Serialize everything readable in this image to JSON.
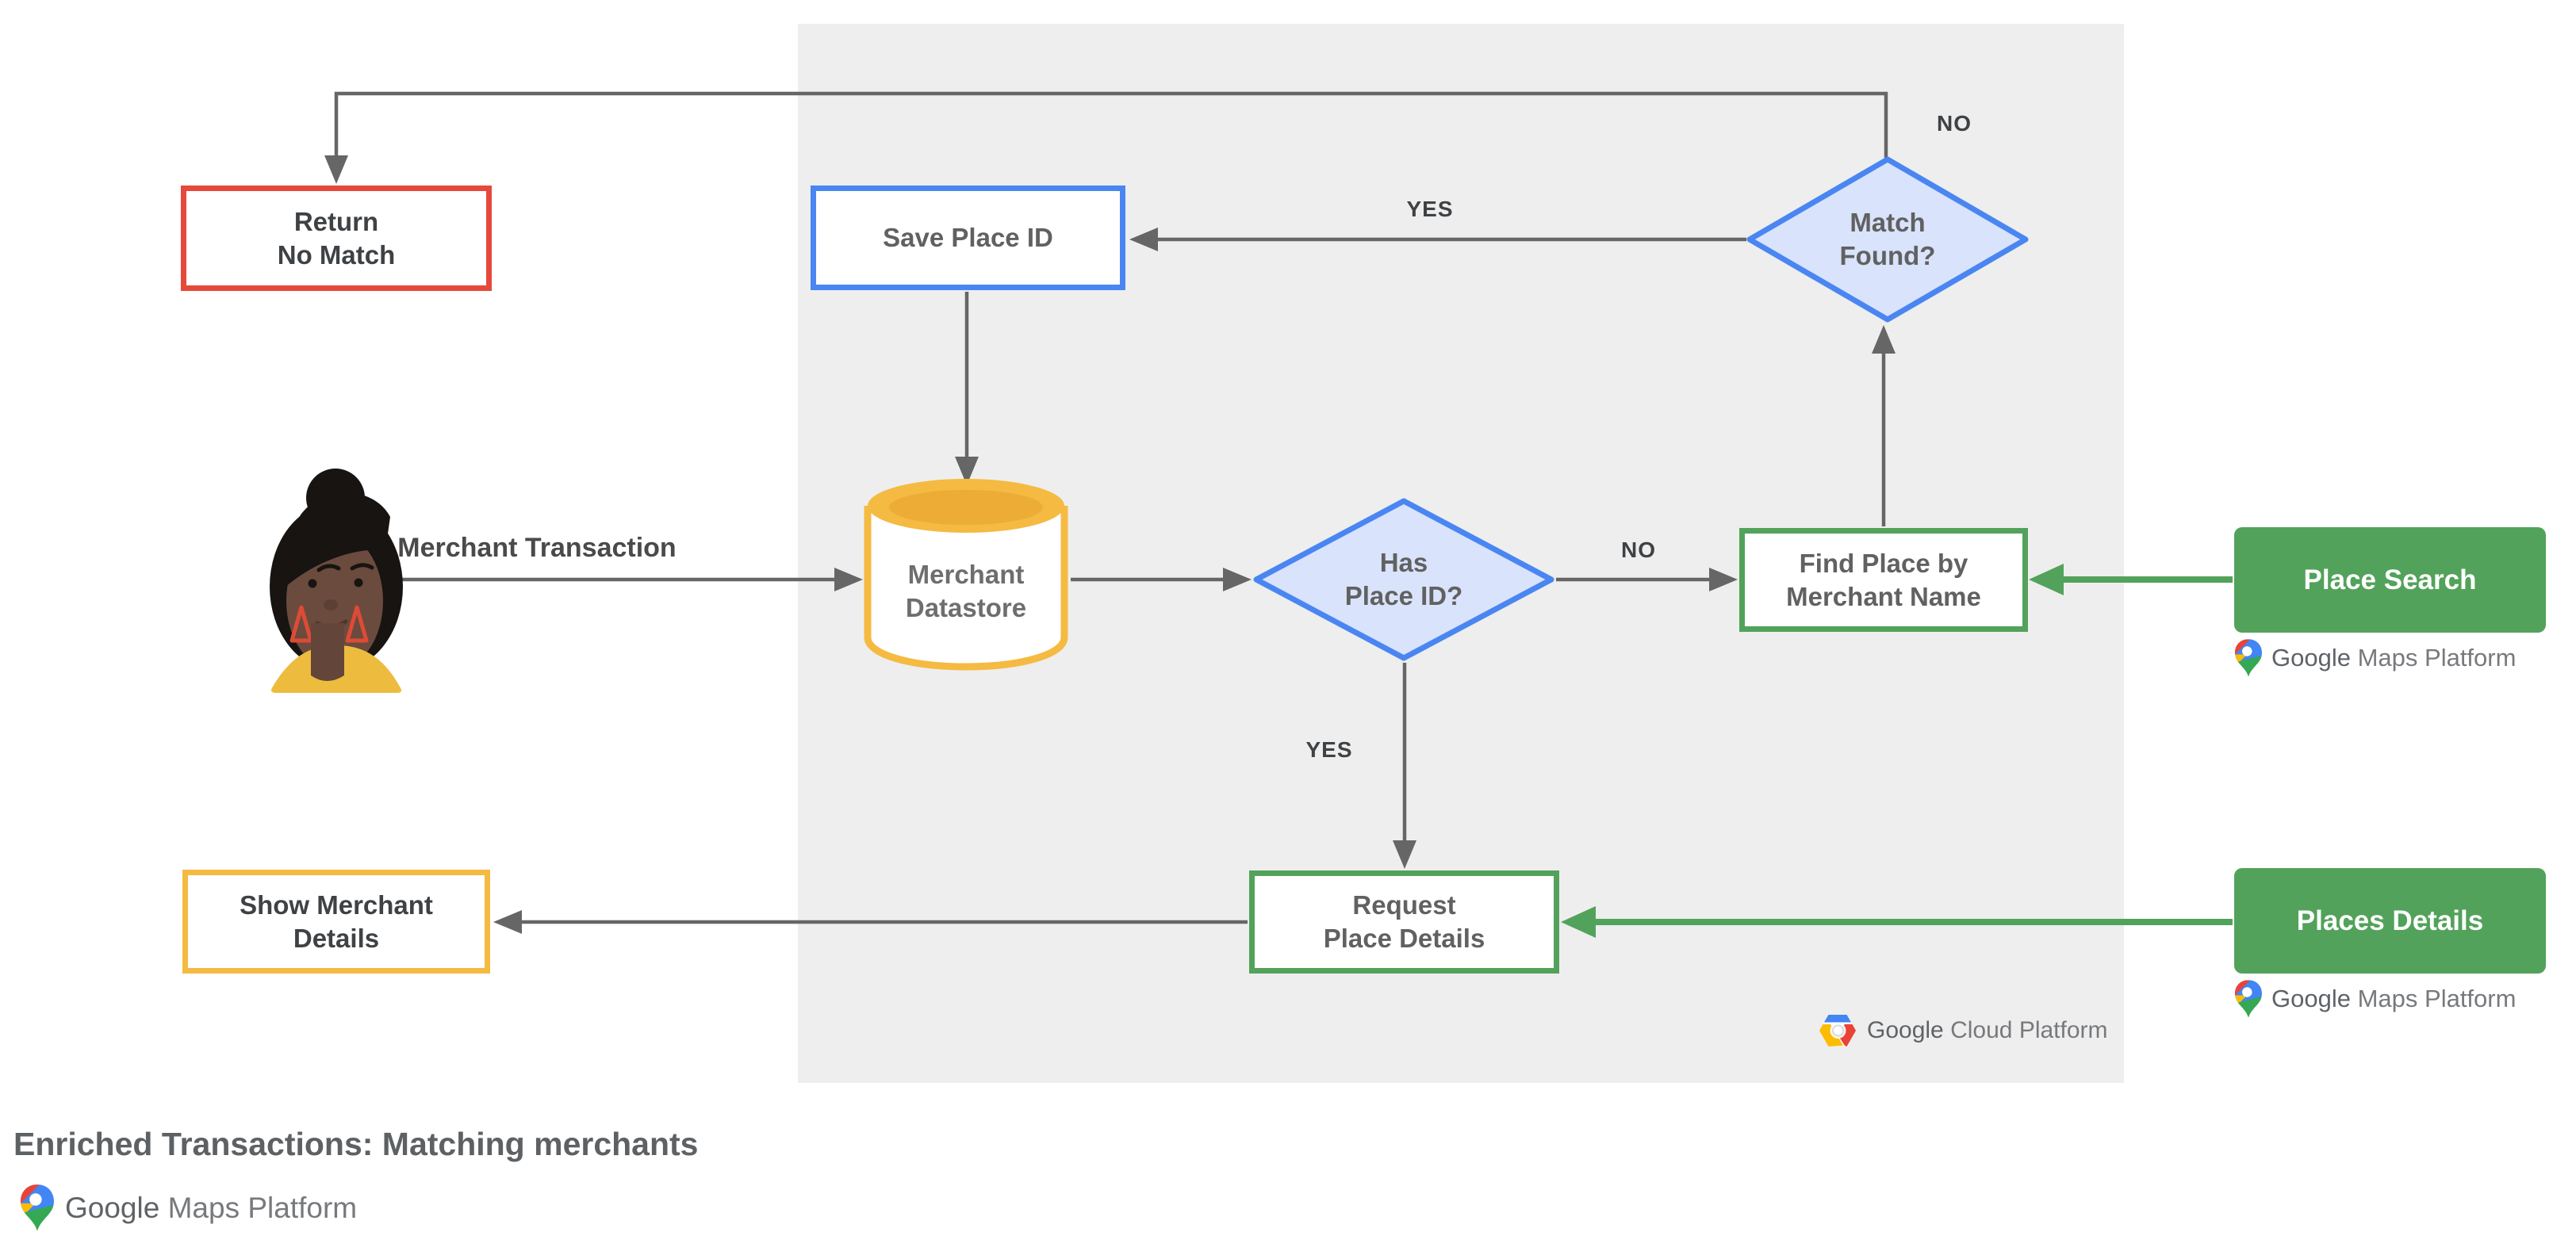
{
  "diagram": {
    "nodes": {
      "return_no_match": {
        "lines": [
          "Return",
          "No Match"
        ]
      },
      "save_place_id": {
        "lines": [
          "Save Place ID"
        ]
      },
      "match_found": {
        "lines": [
          "Match",
          "Found?"
        ]
      },
      "merchant_datastore": {
        "lines": [
          "Merchant",
          "Datastore"
        ]
      },
      "has_place_id": {
        "lines": [
          "Has",
          "Place ID?"
        ]
      },
      "find_place_by_merchant_name": {
        "lines": [
          "Find Place by",
          "Merchant Name"
        ]
      },
      "place_search": {
        "lines": [
          "Place Search"
        ]
      },
      "request_place_details": {
        "lines": [
          "Request",
          "Place Details"
        ]
      },
      "places_details": {
        "lines": [
          "Places Details"
        ]
      },
      "show_merchant_details": {
        "lines": [
          "Show Merchant",
          "Details"
        ]
      }
    },
    "edge_labels": {
      "match_found_no": "NO",
      "match_found_yes": "YES",
      "has_place_id_no": "NO",
      "has_place_id_yes": "YES"
    },
    "annotations": {
      "merchant_transaction": "Merchant Transaction"
    }
  },
  "branding": {
    "google_maps_platform": {
      "word1": "Google",
      "word2": "Maps Platform"
    },
    "google_cloud_platform": {
      "word1": "Google",
      "word2": "Cloud Platform"
    }
  },
  "footer": {
    "title": "Enriched Transactions: Matching merchants"
  },
  "colors": {
    "red": "#E5493B",
    "blue": "#4A86F2",
    "blue-fill": "#D9E3FB",
    "yellow": "#F5BA41",
    "green": "#53A25B",
    "wire": "#666666",
    "panel": "#EEEEEE",
    "text-dark": "#3F4245",
    "text-gray": "#616161",
    "brand-blue": "#4285F4",
    "brand-red": "#EA4335",
    "brand-yellow": "#FBBC04",
    "brand-green": "#34A853"
  }
}
